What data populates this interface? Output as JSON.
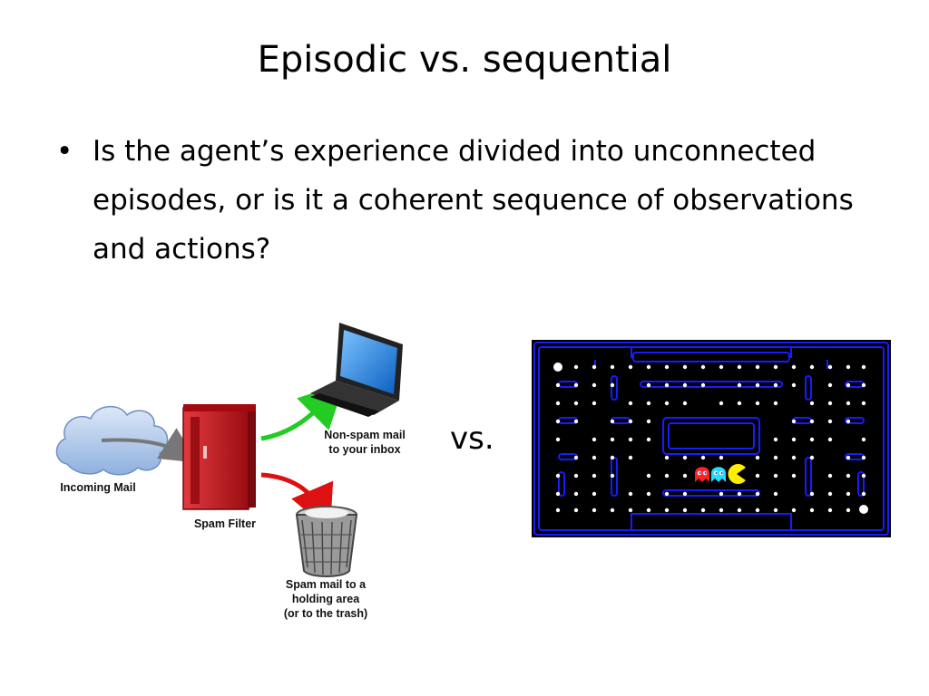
{
  "slide": {
    "title": "Episodic vs. sequential",
    "bullet_char": "•",
    "bullet_text": "Is the agent’s experience divided into unconnected episodes, or is it a coherent sequence of observations and actions?",
    "vs_label": "vs."
  },
  "spam_diagram": {
    "incoming_label": "Incoming Mail",
    "filter_label": "Spam Filter",
    "inbox_label_line1": "Non-spam mail",
    "inbox_label_line2": "to your inbox",
    "trash_label_line1": "Spam mail to a",
    "trash_label_line2": "holding area",
    "trash_label_line3": "(or to the trash)"
  },
  "colors": {
    "cloud": "#a9c3e6",
    "filter_box": "#c8161d",
    "inbox_arrow": "#22cc22",
    "spam_arrow": "#dd1111",
    "incoming_arrow": "#777777",
    "laptop_screen": "#1e88e5",
    "maze_wall": "#1a1aff",
    "maze_bg": "#000000",
    "pacman": "#ffee00",
    "ghost_red": "#ff2222",
    "ghost_cyan": "#22ddff"
  }
}
